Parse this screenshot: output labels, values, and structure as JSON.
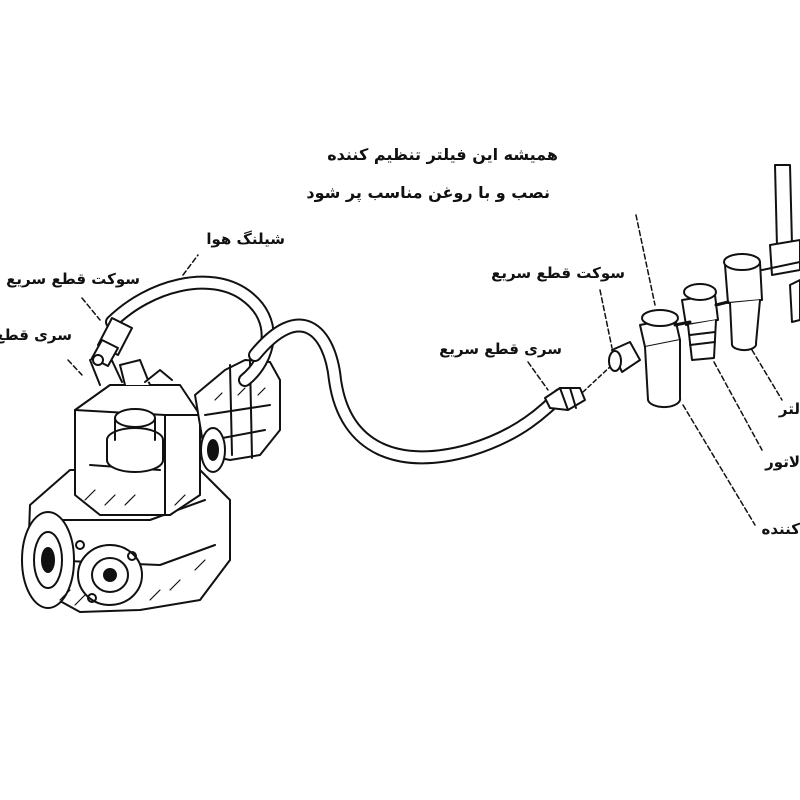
{
  "labels": {
    "air_hose": "شیلنگ هوا",
    "socket_left": "سوکت قطع سریع",
    "head_left": "سری قطع",
    "head_right": "سری قطع سریع",
    "socket_right": "سوکت قطع سریع",
    "note_line1": "همیشه این فیلتر تنظیم کننده",
    "note_line2": "نصب و با روغن مناسب پر شود",
    "filter_cut": "لتر",
    "regulator_cut": "لاتور",
    "lubricator_cut": "کننده"
  },
  "colors": {
    "ink": "#111111",
    "background": "#ffffff"
  }
}
